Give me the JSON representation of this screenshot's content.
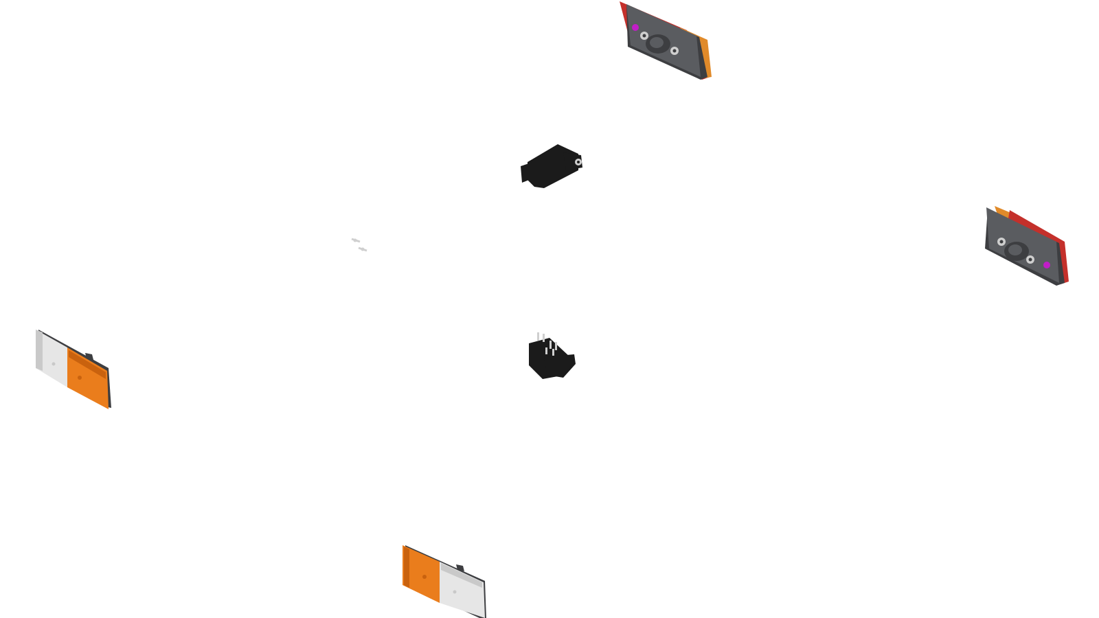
{
  "diagram": {
    "view": "exploded-isometric",
    "background": "#ffffff",
    "parts": [
      {
        "name": "rear-lamp-top",
        "kind": "rear-combination-lamp",
        "icon": "rear-lamp-icon"
      },
      {
        "name": "rear-lamp-right",
        "kind": "rear-combination-lamp",
        "icon": "rear-lamp-icon"
      },
      {
        "name": "connector-housing",
        "kind": "connector",
        "icon": "connector-icon"
      },
      {
        "name": "rocker-switch",
        "kind": "switch",
        "icon": "switch-icon"
      },
      {
        "name": "blade-terminals",
        "kind": "terminals",
        "icon": "terminal-icon"
      },
      {
        "name": "side-marker-left",
        "kind": "side-marker-lamp",
        "icon": "marker-lamp-icon"
      },
      {
        "name": "side-marker-bottom",
        "kind": "side-marker-lamp",
        "icon": "marker-lamp-icon"
      }
    ],
    "colors": {
      "lamp_body": "#5a5c60",
      "lamp_body_dark": "#3d3e41",
      "lamp_rim_red": "#c4302b",
      "lamp_rim_amber": "#e08a2a",
      "magenta_dot": "#c21dc8",
      "amber_lens": "#ea7d1c",
      "amber_lens_dark": "#c9620e",
      "clear_lens": "#e6e6e6",
      "clear_lens_shade": "#c9c9c9",
      "connector_black": "#1b1b1b",
      "metal": "#cfcfcf"
    }
  }
}
